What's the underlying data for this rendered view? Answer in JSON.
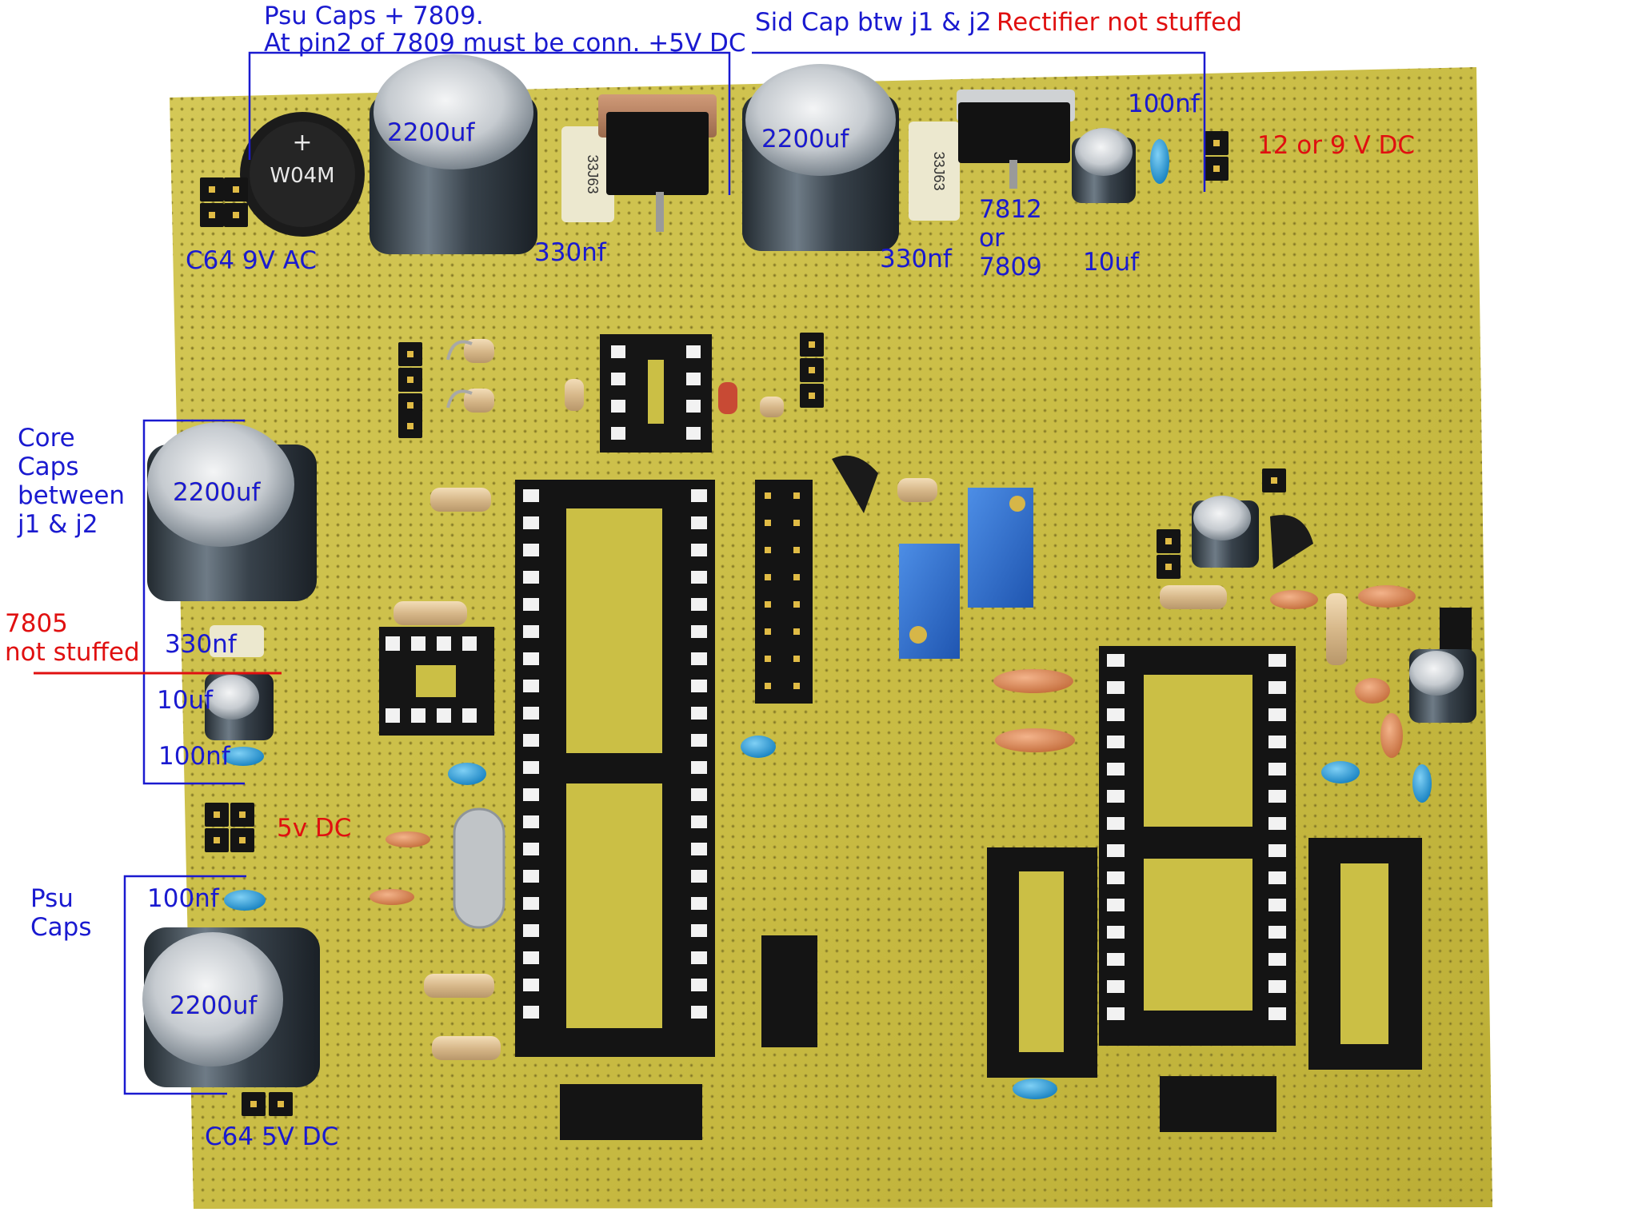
{
  "colors": {
    "label_blue": "#1a1ad0",
    "label_red": "#e01010",
    "board_yellow": "#cbbf45",
    "socket_black": "#161616",
    "header_pin_gold": "#d9b23a",
    "cap_dark": "#2e353c",
    "ceramic_blue": "#1f9ad8",
    "ceramic_orange": "#d98a5a",
    "trimmer_blue": "#2f6fd0"
  },
  "annotations": {
    "psu_caps_7809_line1": "Psu Caps + 7809.",
    "psu_caps_7809_line2": "At pin2 of 7809 must be conn. +5V DC",
    "sid_cap": "Sid Cap btw j1 & j2",
    "rectifier_not_stuffed": "Rectifier not stuffed",
    "top_100nf": "100nf",
    "v12_or_9_dc": "12 or 9 V DC",
    "top_2200uf_left": "2200uf",
    "top_2200uf_right": "2200uf",
    "c64_9v_ac": "C64 9V AC",
    "top_330nf_left": "330nf",
    "top_330nf_right": "330nf",
    "reg_7812": "7812",
    "reg_or": "or",
    "reg_7809": "7809",
    "top_10uf": "10uf",
    "core_line1": "Core",
    "core_line2": "Caps",
    "core_line3": "between",
    "core_line4": "j1 & j2",
    "core_2200uf": "2200uf",
    "not_stuffed_7805_line1": "7805",
    "not_stuffed_7805_line2": "not stuffed",
    "mid_330nf": "330nf",
    "mid_10uf": "10uf",
    "mid_100nf": "100nf",
    "v5_dc": "5v DC",
    "psu_line1": "Psu",
    "psu_line2": "Caps",
    "bottom_100nf": "100nf",
    "bottom_2200uf": "2200uf",
    "c64_5v_dc": "C64 5V DC"
  },
  "component_markings": {
    "rectifier": "W04M",
    "film_cap": "33J63"
  }
}
